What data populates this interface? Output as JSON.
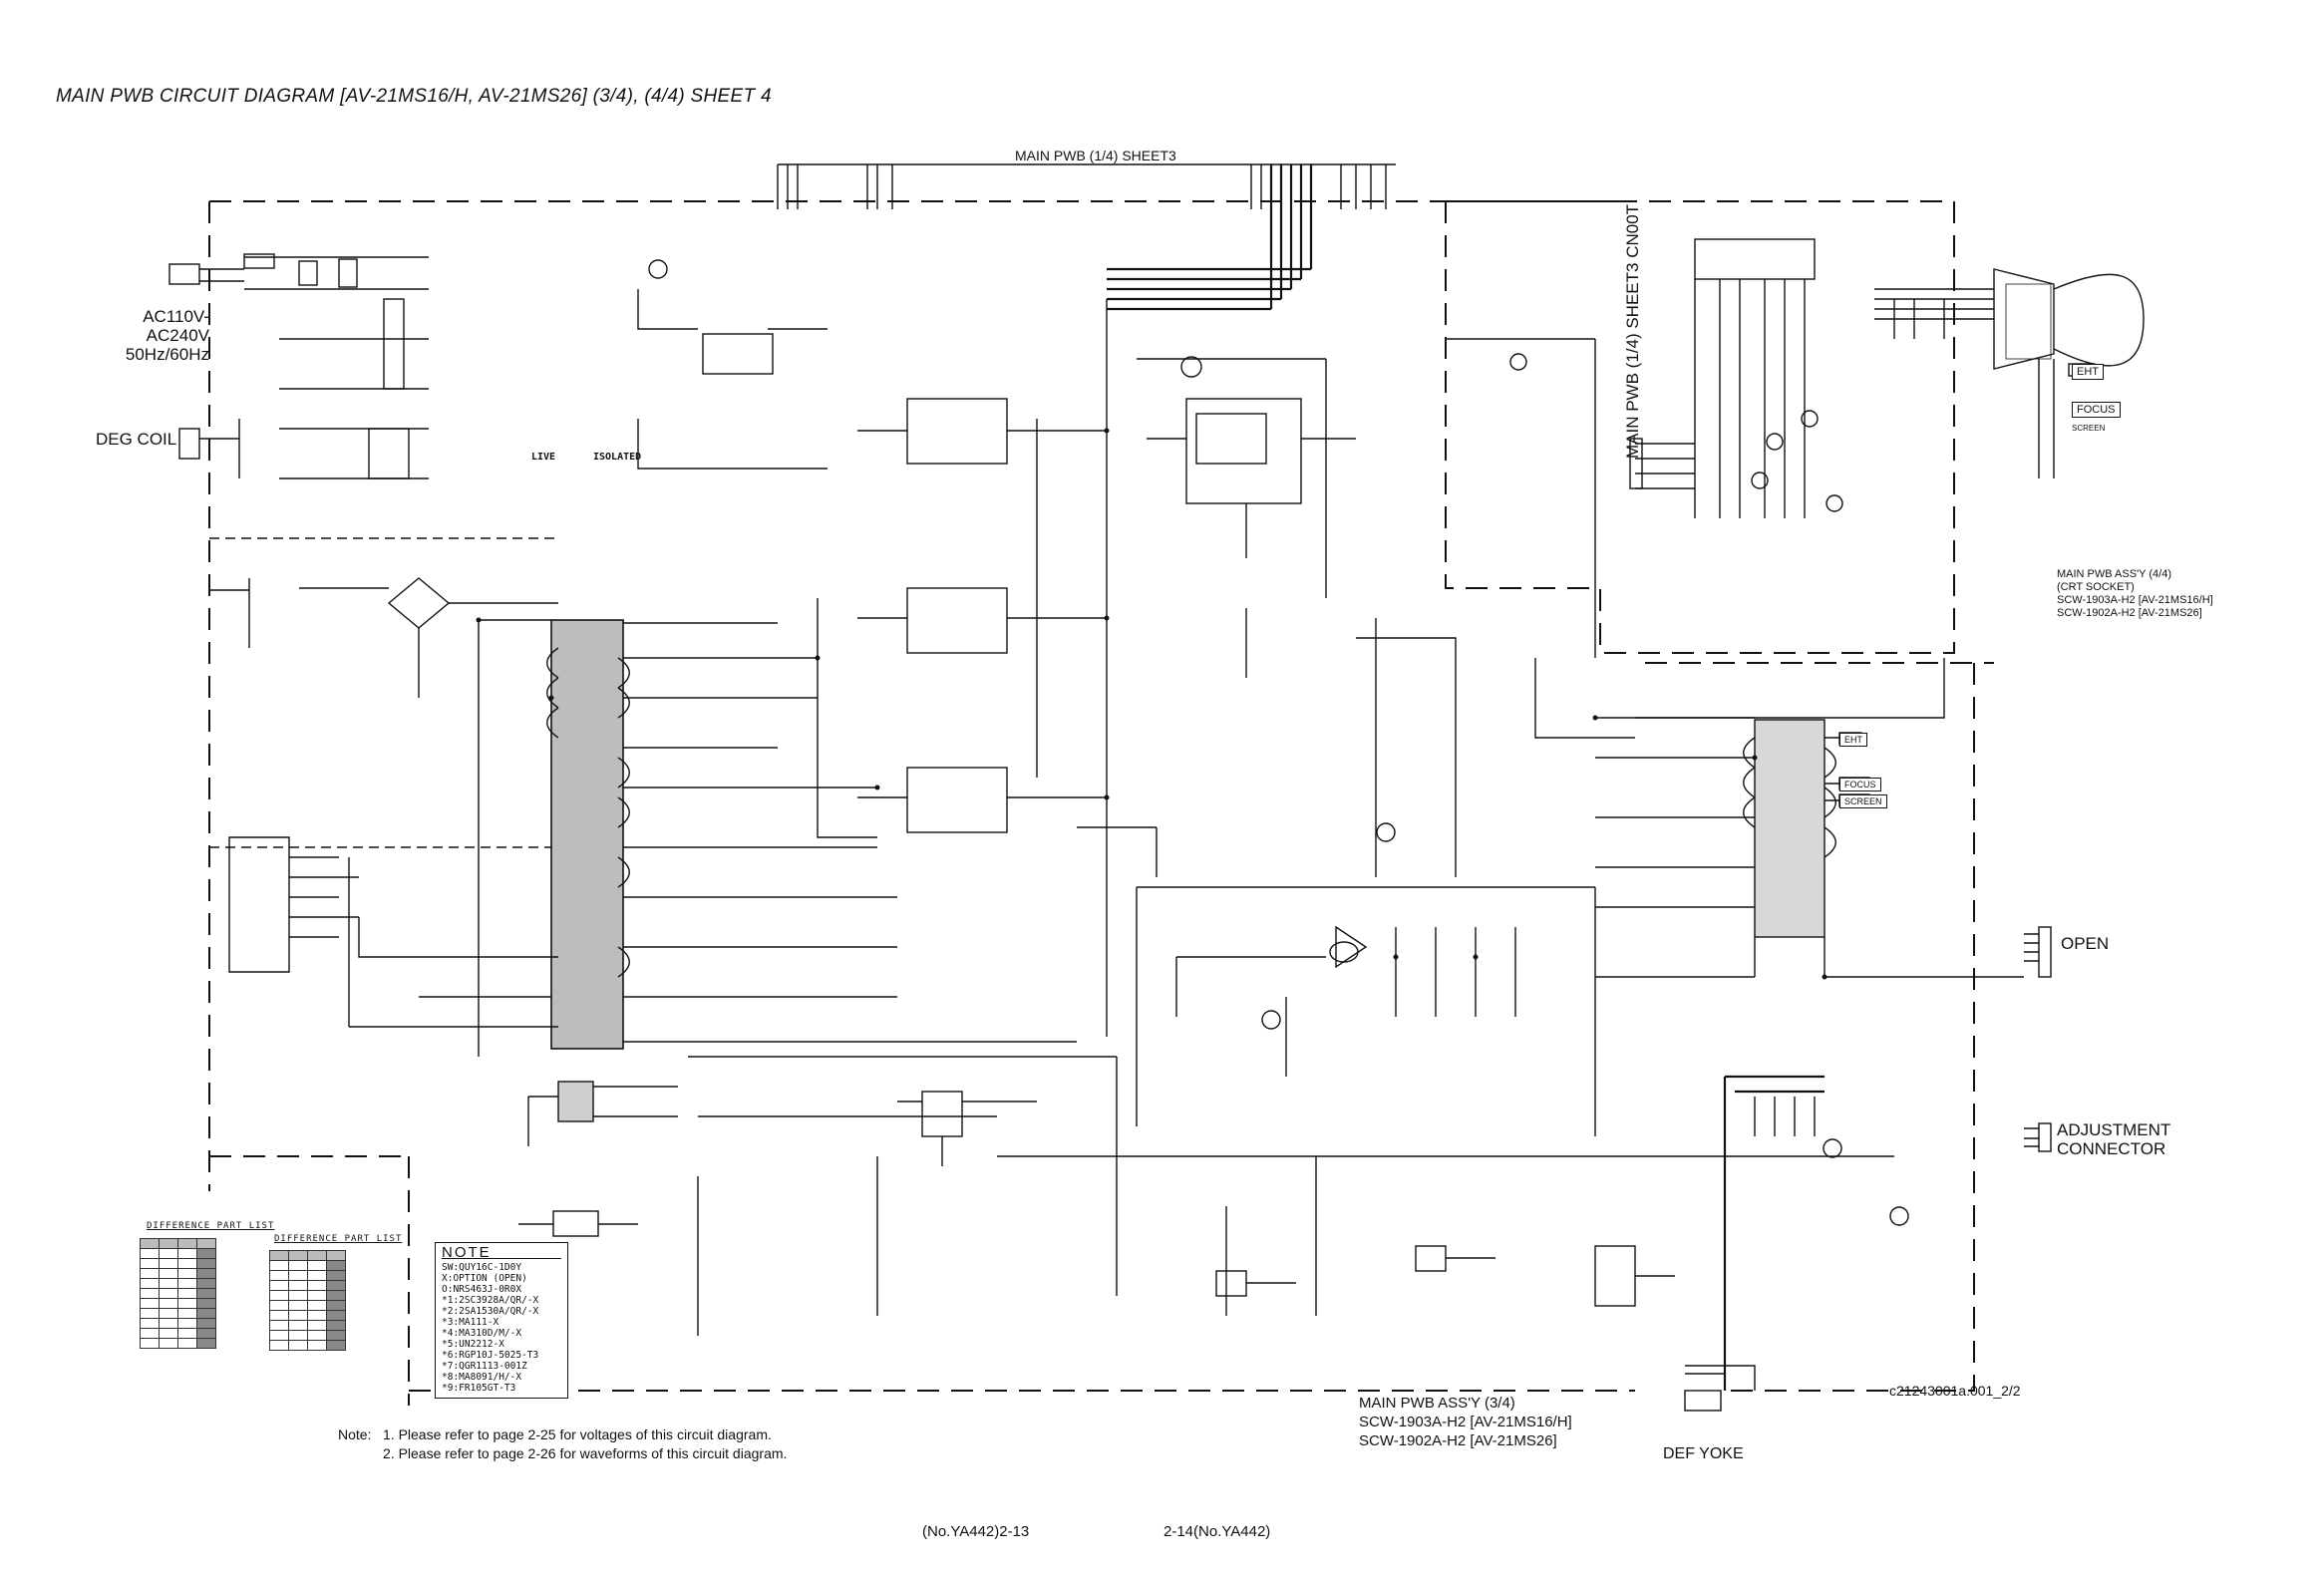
{
  "title": "MAIN PWB CIRCUIT DIAGRAM [AV-21MS16/H, AV-21MS26] (3/4), (4/4) SHEET 4",
  "labels": {
    "main_pwb_top": "MAIN PWB (1/4) SHEET3",
    "ac_input_line1": "AC110V-AC240V",
    "ac_input_line2": "50Hz/60Hz",
    "deg_coil": "DEG COIL",
    "sheet3_cn00t": "MAIN PWB (1/4) SHEET3 CN00T",
    "crt_assy_line1": "MAIN PWB ASS'Y (4/4)",
    "crt_assy_line2": "(CRT SOCKET)",
    "crt_assy_line3": "SCW-1903A-H2 [AV-21MS16/H]",
    "crt_assy_line4": "SCW-1902A-H2 [AV-21MS26]",
    "open": "OPEN",
    "adjustment_line1": "ADJUSTMENT",
    "adjustment_line2": "CONNECTOR",
    "main_assy_line1": "MAIN PWB ASS'Y (3/4)",
    "main_assy_line2": "SCW-1903A-H2 [AV-21MS16/H]",
    "main_assy_line3": "SCW-1902A-H2 [AV-21MS26]",
    "def_yoke": "DEF YOKE",
    "drawing_code": "c21243001a.001_2/2",
    "live": "LIVE",
    "isolated": "ISOLATED",
    "eht": "EHT",
    "focus": "FOCUS",
    "screen": "SCREEN",
    "eht2": "EHT",
    "focus2": "FOCUS",
    "screen2": "SCREEN"
  },
  "note_box": {
    "heading": "NOTE",
    "lines": [
      "SW:QUY16C-1D0Y",
      " X:OPTION (OPEN)",
      " O:NRS463J-0R0X",
      "*1:2SC3928A/QR/-X",
      "*2:2SA1530A/QR/-X",
      "*3:MA111-X",
      "*4:MA310D/M/-X",
      "*5:UN2212-X",
      "*6:RGP10J-5025-T3",
      "*7:QGR1113-001Z",
      "*8:MA8091/H/-X",
      "*9:FR105GT-T3"
    ]
  },
  "difference_part_list": {
    "title_left": "DIFFERENCE PART LIST",
    "title_right": "DIFFERENCE PART LIST"
  },
  "notes": {
    "prefix": "Note:",
    "line1": "1. Please refer to page 2-25 for voltages of this circuit diagram.",
    "line2": "2. Please refer to page 2-26 for waveforms of this circuit diagram."
  },
  "footer": {
    "left": "(No.YA442)2-13",
    "right": "2-14(No.YA442)"
  }
}
